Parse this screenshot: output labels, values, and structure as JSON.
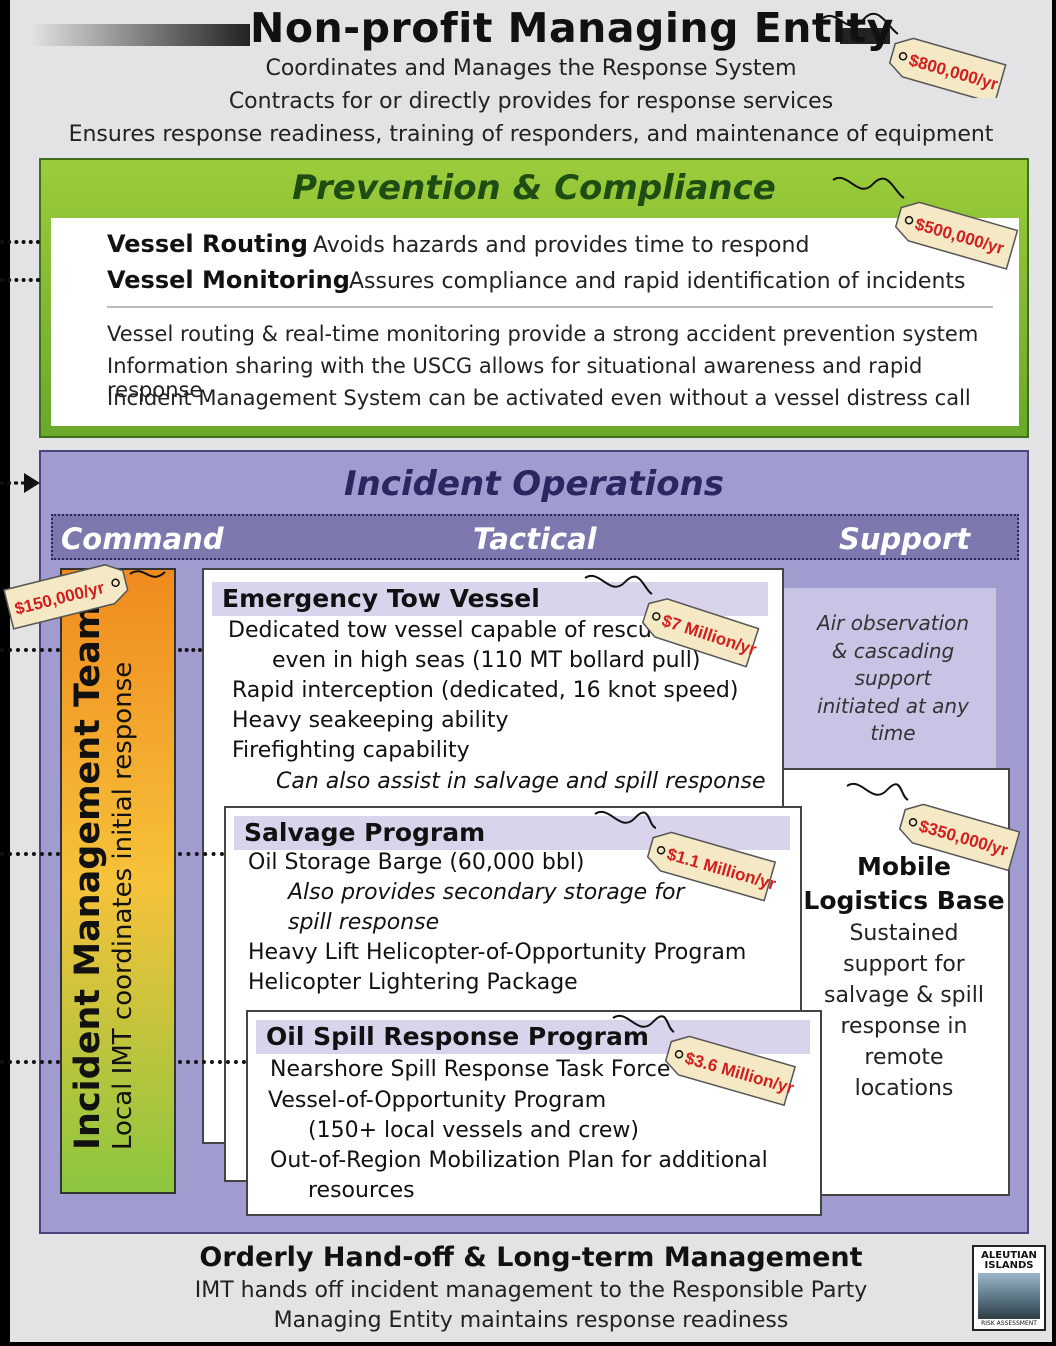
{
  "header": {
    "title": "Non-profit Managing Entity",
    "lines": [
      "Coordinates and Manages the Response System",
      "Contracts for or directly provides for response services",
      "Ensures response readiness, training of responders, and maintenance of equipment"
    ],
    "price": "$800,000/yr"
  },
  "prevention": {
    "title": "Prevention & Compliance",
    "price": "$500,000/yr",
    "rows": [
      {
        "label": "Vessel Routing",
        "desc": "Avoids hazards and provides time to respond"
      },
      {
        "label": "Vessel Monitoring",
        "desc": "Assures compliance and rapid identification of incidents"
      }
    ],
    "notes": [
      "Vessel routing & real-time monitoring provide a strong accident prevention system",
      "Information sharing with the USCG allows for situational awareness and rapid response",
      "Incident Management System can be activated even without a vessel distress call"
    ]
  },
  "operations": {
    "title": "Incident Operations",
    "columns": [
      "Command",
      "Tactical",
      "Support"
    ],
    "imt": {
      "title": "Incident Management Team",
      "subtitle": "Local IMT coordinates initial response",
      "price": "$150,000/yr"
    },
    "tow": {
      "title": "Emergency Tow Vessel",
      "price": "$7 Million/yr",
      "lines": [
        "Dedicated tow vessel capable of rescue",
        "even in high seas (110 MT bollard pull)",
        "Rapid interception (dedicated, 16 knot speed)",
        "Heavy seakeeping ability",
        "Firefighting capability",
        "Can also assist in salvage and spill response"
      ]
    },
    "salvage": {
      "title": "Salvage Program",
      "price": "$1.1 Million/yr",
      "lines": [
        "Oil Storage Barge (60,000 bbl)",
        "Also provides secondary storage for",
        "spill response",
        "Heavy Lift Helicopter-of-Opportunity Program",
        "Helicopter Lightering Package"
      ]
    },
    "spill": {
      "title": "Oil Spill Response Program",
      "price": "$3.6 Million/yr",
      "lines": [
        "Nearshore Spill Response Task Force",
        "Vessel-of-Opportunity Program",
        "(150+ local vessels and crew)",
        "Out-of-Region Mobilization Plan for additional",
        "resources"
      ]
    },
    "support": {
      "air_lines": [
        "Air observation",
        "& cascading",
        "support",
        "initiated at any",
        "time"
      ],
      "mlb_title_lines": [
        "Mobile",
        "Logistics Base"
      ],
      "mlb_lines": [
        "Sustained",
        "support for",
        "salvage & spill",
        "response in",
        "remote",
        "locations"
      ],
      "price": "$350,000/yr"
    }
  },
  "handoff": {
    "title": "Orderly Hand-off & Long-term Management",
    "lines": [
      "IMT hands off incident management to the Responsible Party",
      "Managing Entity maintains response readiness"
    ]
  },
  "logo": {
    "line1": "ALEUTIAN",
    "line2": "ISLANDS",
    "line3": "RISK ASSESSMENT"
  },
  "colors": {
    "green": "#7fba2f",
    "purple": "#a09cd0",
    "tag": "#f4e9c4",
    "price_text": "#d21e1e"
  }
}
